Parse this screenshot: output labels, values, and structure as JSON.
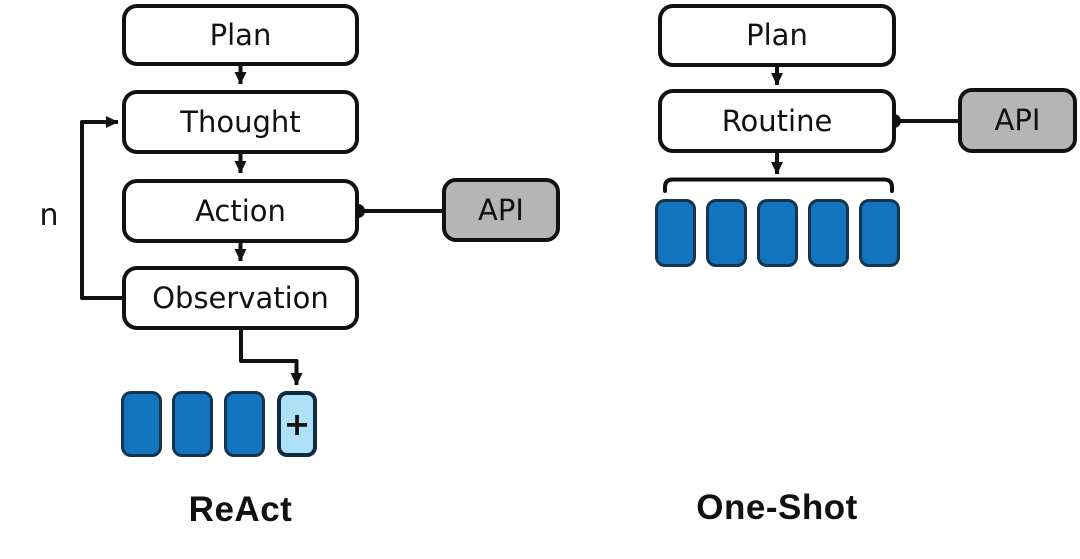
{
  "react": {
    "title": "ReAct",
    "loop_label": "n",
    "nodes": {
      "plan": "Plan",
      "thought": "Thought",
      "action": "Action",
      "observation": "Observation",
      "api": "API"
    },
    "result_chips": {
      "count": 3,
      "plus_label": "+"
    }
  },
  "one_shot": {
    "title": "One-Shot",
    "nodes": {
      "plan": "Plan",
      "routine": "Routine",
      "api": "API"
    },
    "result_chips": {
      "count": 5
    }
  },
  "colors": {
    "chip_blue": "#1274bc",
    "chip_blue_border": "#16344e",
    "chip_light_blue": "#aee0f7",
    "api_gray": "#b5b5b5",
    "line_black": "#111111"
  }
}
